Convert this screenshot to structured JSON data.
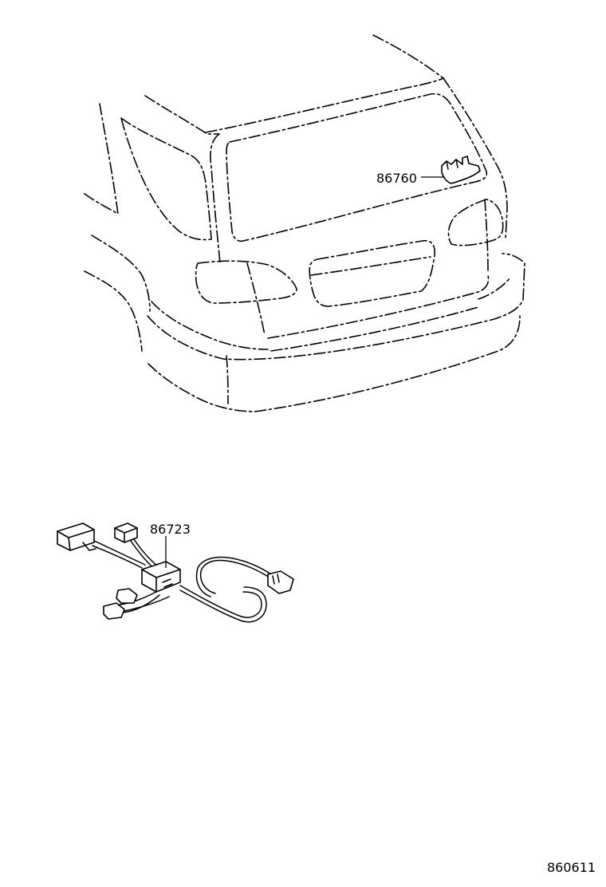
{
  "parts": {
    "stop_lamp": {
      "number": "86760"
    },
    "wire_harness": {
      "number": "86723"
    }
  },
  "illustration": {
    "code": "860611"
  },
  "colors": {
    "ink": "#000000",
    "paper": "#ffffff"
  }
}
